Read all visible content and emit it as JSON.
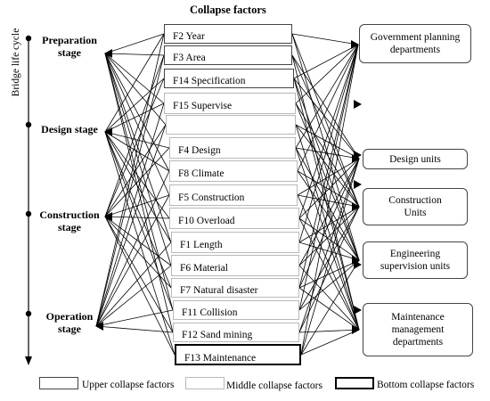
{
  "title": "Collapse factors",
  "axis_label": "Bridge life cycle",
  "stages": [
    {
      "lines": [
        "Preparation",
        "stage"
      ]
    },
    {
      "lines": [
        "Design stage"
      ]
    },
    {
      "lines": [
        "Construction",
        "stage"
      ]
    },
    {
      "lines": [
        "Operation",
        "stage"
      ]
    }
  ],
  "factors": [
    {
      "label": "F2 Year",
      "level": "upper"
    },
    {
      "label": "F3 Area",
      "level": "upper"
    },
    {
      "label": "F14 Specification",
      "level": "upper"
    },
    {
      "label": "F15 Supervise",
      "level": "middle"
    },
    {
      "label": "",
      "level": "middle"
    },
    {
      "label": "F4 Design",
      "level": "middle"
    },
    {
      "label": "F8 Climate",
      "level": "middle"
    },
    {
      "label": "F5 Construction",
      "level": "middle"
    },
    {
      "label": "F10 Overload",
      "level": "middle"
    },
    {
      "label": "F1 Length",
      "level": "middle"
    },
    {
      "label": "F6 Material",
      "level": "middle"
    },
    {
      "label": "F7 Natural disaster",
      "level": "middle"
    },
    {
      "label": "F11 Collision",
      "level": "middle"
    },
    {
      "label": "F12 Sand mining",
      "level": "middle"
    },
    {
      "label": "F13 Maintenance",
      "level": "bottom"
    }
  ],
  "departments": [
    {
      "lines": [
        "Government planning",
        "departments"
      ]
    },
    {
      "lines": [
        "Design units"
      ]
    },
    {
      "lines": [
        "Construction",
        "Units"
      ]
    },
    {
      "lines": [
        "Engineering",
        "supervision units"
      ]
    },
    {
      "lines": [
        "Maintenance",
        "management",
        "departments"
      ]
    }
  ],
  "legend": {
    "upper": "Upper collapse factors",
    "middle": "Middle collapse factors",
    "bottom": "Bottom collapse factors"
  }
}
